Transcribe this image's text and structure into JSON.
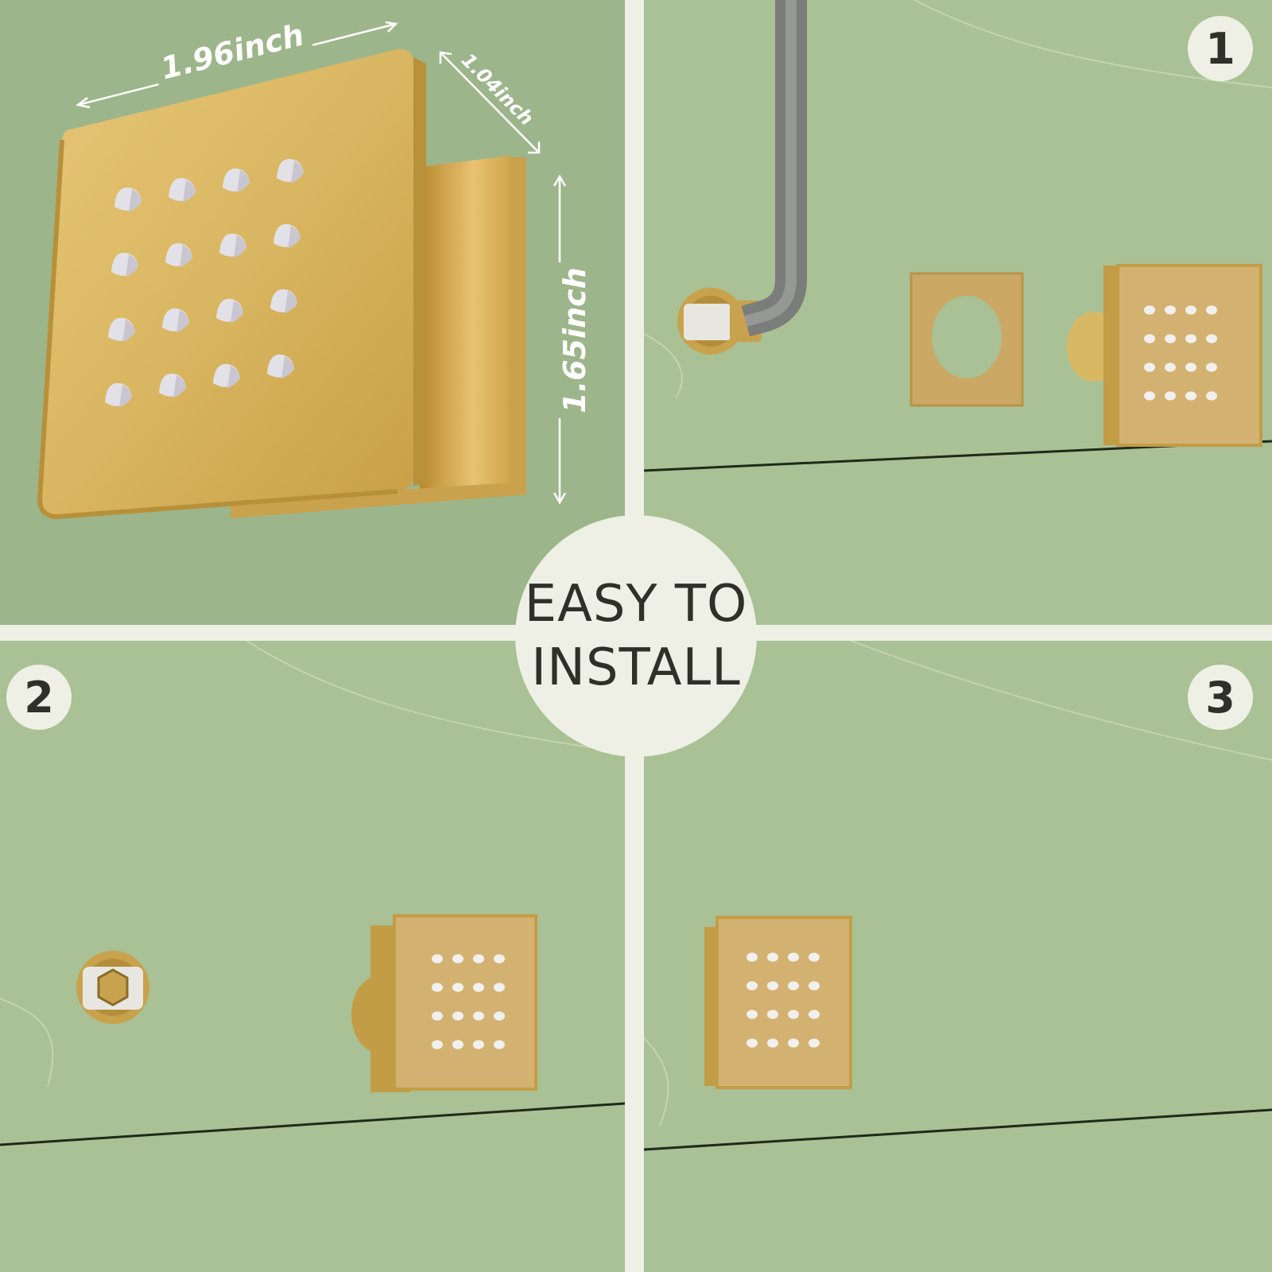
{
  "center_badge": {
    "line1": "EASY TO",
    "line2": "INSTALL"
  },
  "dimensions": {
    "width": "1.96inch",
    "depth": "1.04inch",
    "height": "1.65inch"
  },
  "steps": [
    {
      "number": "1"
    },
    {
      "number": "2"
    },
    {
      "number": "3"
    }
  ],
  "colors": {
    "panel_green": "#a9c195",
    "dim_panel_green": "#9db58a",
    "gold": "#d6b25e",
    "badge_bg": "#eef0e6",
    "text_dark": "#2f3129"
  }
}
